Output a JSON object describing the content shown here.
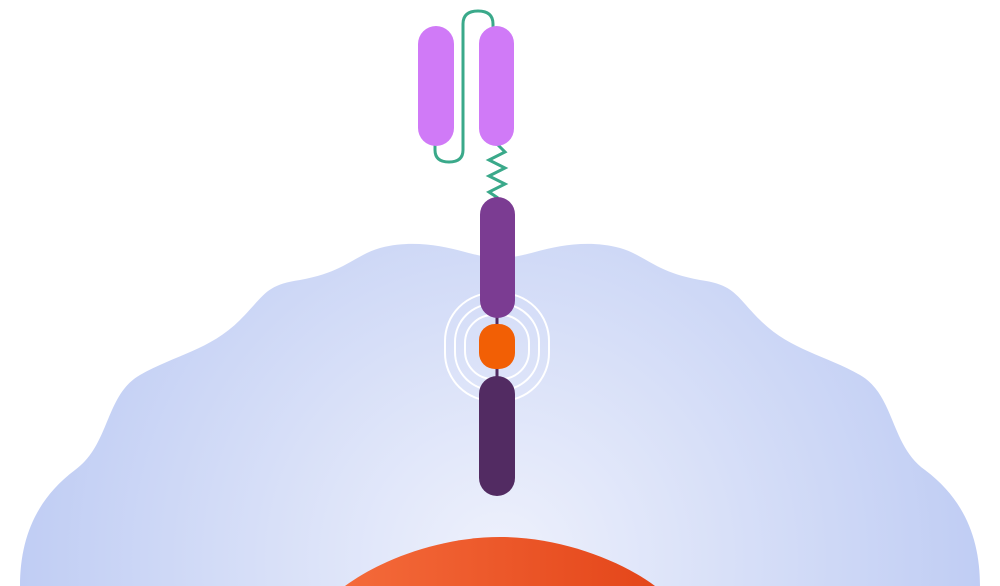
{
  "diagram": {
    "colors": {
      "background": "#ffffff",
      "cell_membrane_edge": "#bccaf3",
      "cell_membrane_center": "#eef1fc",
      "nucleus_light": "#f46a3a",
      "nucleus_dark": "#e4461a",
      "scfv_domain": "#d07af7",
      "linker": "#3aa98a",
      "transmembrane_domain": "#7b3c92",
      "signaling_domain": "#f25f05",
      "intracellular_domain": "#522b62",
      "signal_rings": "#ffffff"
    },
    "components": [
      {
        "name": "extracellular-cell-surface",
        "icon": "wavy-cell-shape"
      },
      {
        "name": "nucleus",
        "icon": "orange-dome"
      },
      {
        "name": "scfv-heavy-chain",
        "icon": "pill-shape"
      },
      {
        "name": "scfv-light-chain",
        "icon": "pill-shape"
      },
      {
        "name": "flexible-linker",
        "icon": "looped-line"
      },
      {
        "name": "hinge-spacer",
        "icon": "zigzag-line"
      },
      {
        "name": "transmembrane-domain",
        "icon": "pill-shape"
      },
      {
        "name": "costimulatory-domain",
        "icon": "rounded-block"
      },
      {
        "name": "activation-rings",
        "icon": "concentric-rounded-rects"
      },
      {
        "name": "cd3-zeta-domain",
        "icon": "pill-shape"
      }
    ]
  }
}
